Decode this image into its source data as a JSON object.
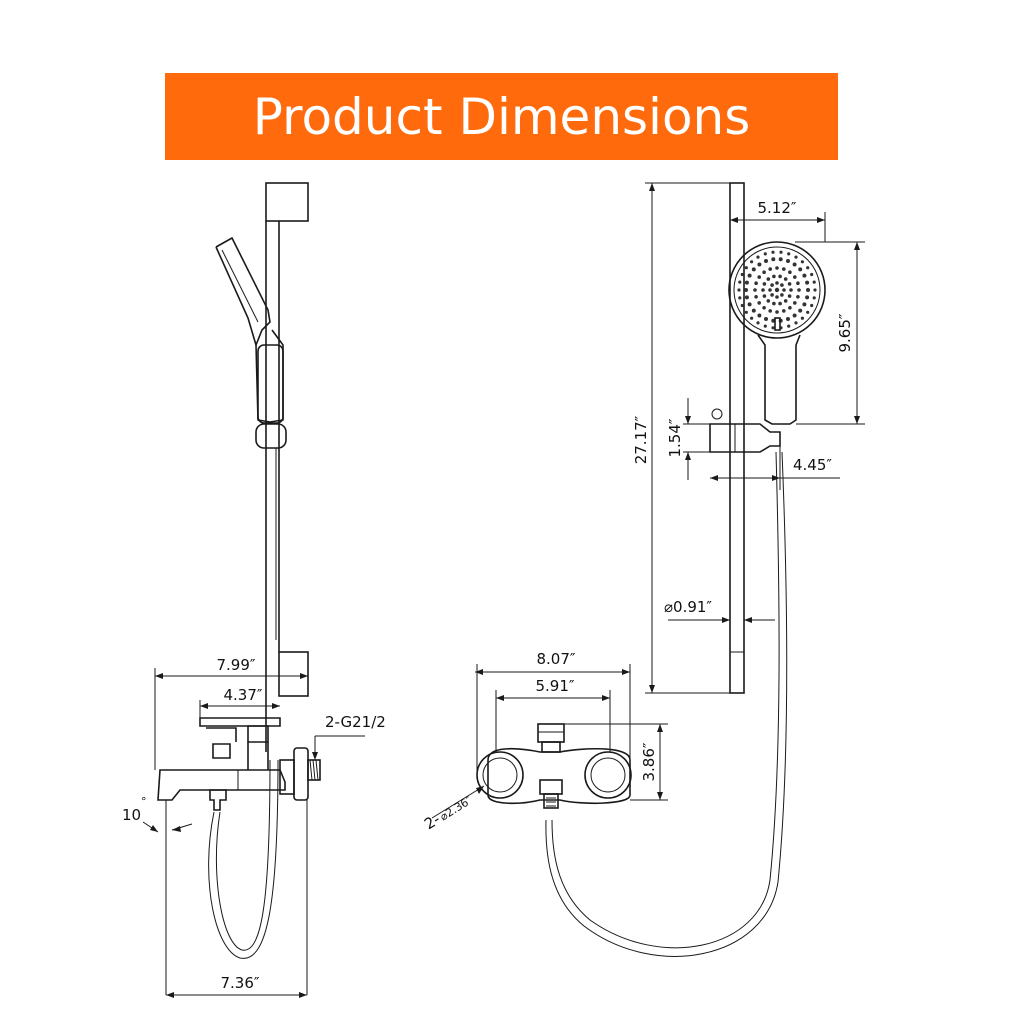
{
  "title": "Product Dimensions",
  "colors": {
    "banner": "#ff6a0d",
    "banner_text": "#ffffff",
    "line": "#1a1a1a"
  },
  "side_view": {
    "width_total": "7.99″",
    "width_spout": "4.37″",
    "thread": "2-G21/2",
    "angle": "10",
    "angle_unit": "°",
    "bottom_width": "7.36″"
  },
  "front_view": {
    "head_width": "5.12″",
    "head_height": "9.65″",
    "rail_height": "27.17″",
    "holder_height": "1.54″",
    "holder_depth": "4.45″",
    "rail_diameter": "⌀0.91″",
    "valve_width_outer": "8.07″",
    "valve_width_inner": "5.91″",
    "valve_height": "3.86″",
    "flange_prefix": "2-",
    "flange_diameter": "⌀2.36″"
  }
}
